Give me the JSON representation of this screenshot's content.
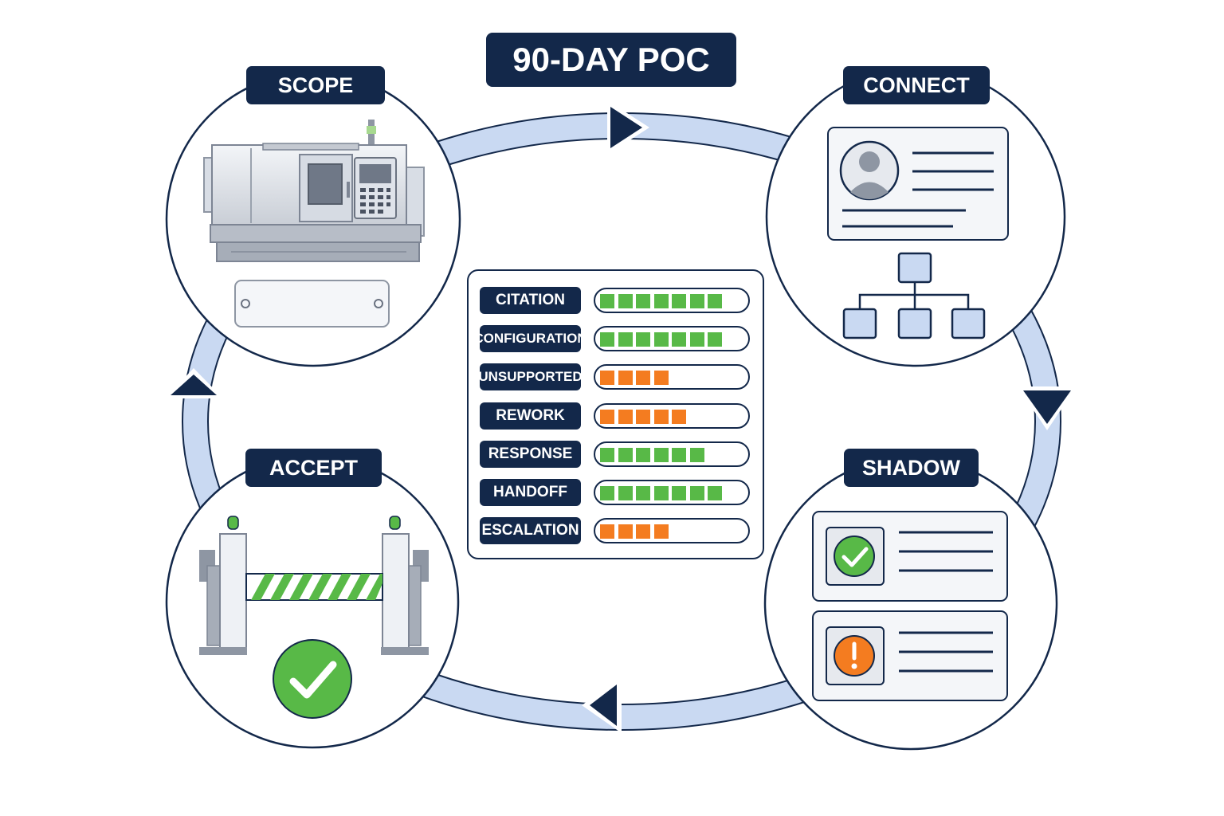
{
  "title": "90-DAY POC",
  "stages": [
    {
      "id": "scope",
      "label": "SCOPE"
    },
    {
      "id": "connect",
      "label": "CONNECT"
    },
    {
      "id": "shadow",
      "label": "SHADOW"
    },
    {
      "id": "accept",
      "label": "ACCEPT"
    }
  ],
  "metrics": [
    {
      "label": "CITATION",
      "level": 7,
      "max": 8,
      "status": "green"
    },
    {
      "label": "CONFIGURATION",
      "level": 7,
      "max": 8,
      "status": "green"
    },
    {
      "label": "UNSUPPORTED",
      "level": 4,
      "max": 8,
      "status": "orange"
    },
    {
      "label": "REWORK",
      "level": 5,
      "max": 8,
      "status": "orange"
    },
    {
      "label": "RESPONSE",
      "level": 6,
      "max": 8,
      "status": "green"
    },
    {
      "label": "HANDOFF",
      "level": 7,
      "max": 8,
      "status": "green"
    },
    {
      "label": "ESCALATION",
      "level": 4,
      "max": 8,
      "status": "orange"
    }
  ],
  "colors": {
    "navy": "#13284a",
    "cycle": "#c9d9f2",
    "green": "#58b947",
    "orange": "#f47c20",
    "machine_gray": "#d5dae3"
  },
  "icons": {
    "scope": "cnc-machine-icon",
    "connect": "user-profile-icon",
    "shadow": "check-and-warning-cards-icon",
    "accept": "green-barrier-gate-icon"
  }
}
